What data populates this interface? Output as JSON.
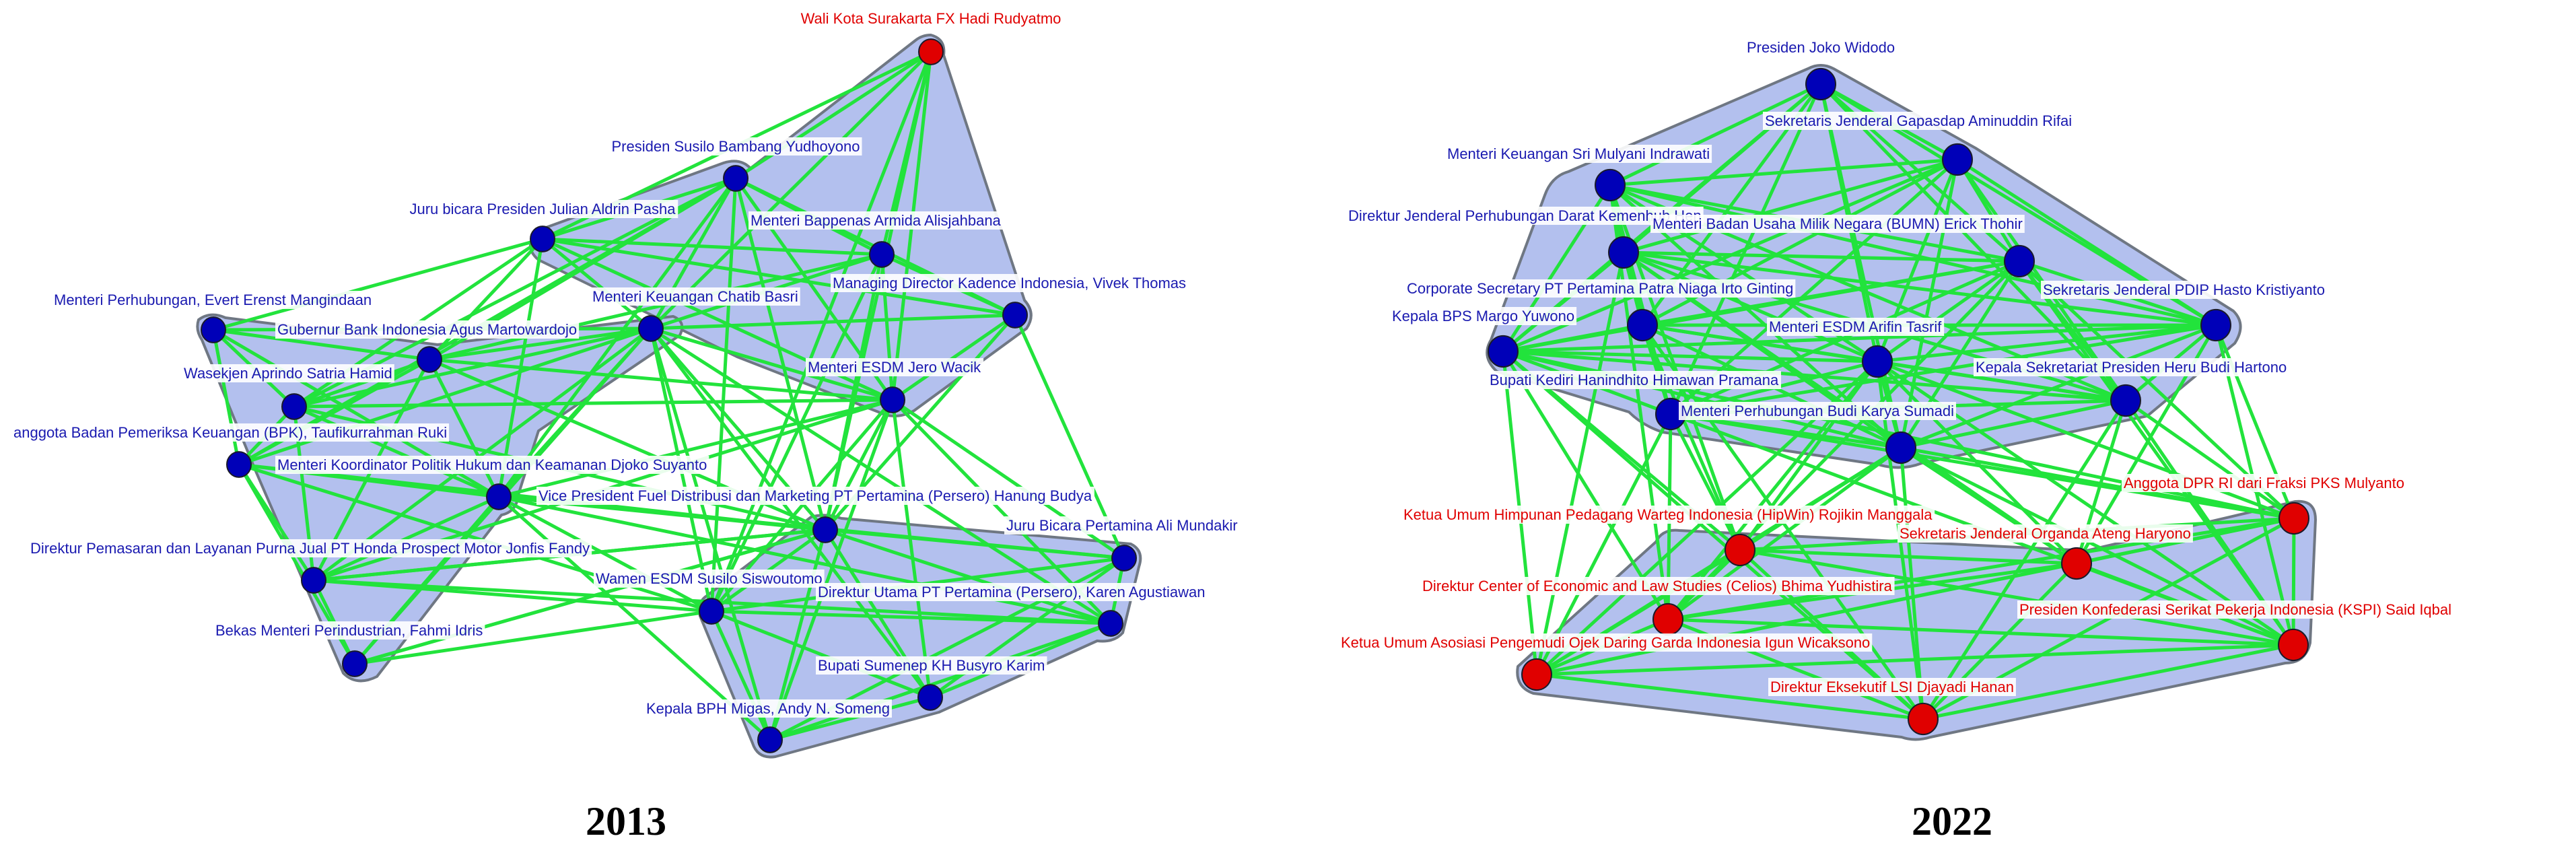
{
  "colors": {
    "edge": "#22e33c",
    "hull_fill": "#b3c0ee",
    "hull_stroke": "#6f7783",
    "node_blue": "#0000b8",
    "node_red": "#e00000",
    "label_blue": "#1a1ab0",
    "label_red": "#e00000"
  },
  "panels": [
    {
      "caption": "2013",
      "nodes": [
        {
          "id": "a0",
          "label": "Wali Kota Surakarta FX Hadi Rudyatmo",
          "group": "red"
        },
        {
          "id": "a1",
          "label": "Presiden Susilo Bambang Yudhoyono",
          "group": "blue"
        },
        {
          "id": "a2",
          "label": "Juru bicara Presiden Julian Aldrin Pasha",
          "group": "blue"
        },
        {
          "id": "a3",
          "label": "Menteri Bappenas Armida Alisjahbana",
          "group": "blue"
        },
        {
          "id": "a4",
          "label": "Menteri Perhubungan, Evert Erenst Mangindaan",
          "group": "blue"
        },
        {
          "id": "a5",
          "label": "Managing Director Kadence Indonesia, Vivek Thomas",
          "group": "blue"
        },
        {
          "id": "a6",
          "label": "Menteri Keuangan Chatib Basri",
          "group": "blue"
        },
        {
          "id": "a7",
          "label": "Gubernur Bank Indonesia Agus Martowardojo",
          "group": "blue"
        },
        {
          "id": "a8",
          "label": "Wasekjen Aprindo Satria Hamid",
          "group": "blue"
        },
        {
          "id": "a9",
          "label": "Menteri ESDM Jero Wacik",
          "group": "blue"
        },
        {
          "id": "a10",
          "label": "anggota Badan Pemeriksa Keuangan (BPK), Taufikurrahman Ruki",
          "group": "blue"
        },
        {
          "id": "a11",
          "label": "Menteri Koordinator Politik Hukum dan Keamanan Djoko Suyanto",
          "group": "blue"
        },
        {
          "id": "a12",
          "label": "Vice President Fuel Distribusi dan Marketing PT Pertamina (Persero) Hanung Budya",
          "group": "blue"
        },
        {
          "id": "a13",
          "label": "Juru Bicara Pertamina Ali Mundakir",
          "group": "blue"
        },
        {
          "id": "a14",
          "label": "Direktur Pemasaran dan Layanan Purna Jual PT Honda Prospect Motor Jonfis Fandy",
          "group": "blue"
        },
        {
          "id": "a15",
          "label": "Wamen ESDM Susilo Siswoutomo",
          "group": "blue"
        },
        {
          "id": "a16",
          "label": "Direktur Utama PT Pertamina (Persero), Karen Agustiawan",
          "group": "blue"
        },
        {
          "id": "a17",
          "label": "Bekas Menteri Perindustrian, Fahmi Idris",
          "group": "blue"
        },
        {
          "id": "a18",
          "label": "Bupati Sumenep KH Busyro Karim",
          "group": "blue"
        },
        {
          "id": "a19",
          "label": "Kepala BPH Migas, Andy N. Someng",
          "group": "blue"
        }
      ]
    },
    {
      "caption": "2022",
      "nodes": [
        {
          "id": "b0",
          "label": "Presiden Joko Widodo",
          "group": "blue"
        },
        {
          "id": "b1",
          "label": "Sekretaris Jenderal Gapasdap Aminuddin Rifai",
          "group": "blue"
        },
        {
          "id": "b2",
          "label": "Menteri Keuangan Sri Mulyani Indrawati",
          "group": "blue"
        },
        {
          "id": "b3",
          "label": "Direktur Jenderal Perhubungan Darat Kemenhub Hen",
          "group": "blue"
        },
        {
          "id": "b4",
          "label": "Menteri Badan Usaha Milik Negara (BUMN) Erick Thohir",
          "group": "blue"
        },
        {
          "id": "b5",
          "label": "Corporate Secretary PT Pertamina Patra Niaga Irto Ginting",
          "group": "blue"
        },
        {
          "id": "b6",
          "label": "Sekretaris Jenderal PDIP Hasto Kristiyanto",
          "group": "blue"
        },
        {
          "id": "b7",
          "label": "Kepala BPS Margo Yuwono",
          "group": "blue"
        },
        {
          "id": "b8",
          "label": "Menteri ESDM Arifin Tasrif",
          "group": "blue"
        },
        {
          "id": "b9",
          "label": "Kepala Sekretariat Presiden Heru Budi Hartono",
          "group": "blue"
        },
        {
          "id": "b10",
          "label": "Bupati Kediri Hanindhito Himawan Pramana",
          "group": "blue"
        },
        {
          "id": "b11",
          "label": "Menteri Perhubungan Budi Karya Sumadi",
          "group": "blue"
        },
        {
          "id": "b12",
          "label": "Anggota DPR RI dari Fraksi PKS Mulyanto",
          "group": "red"
        },
        {
          "id": "b13",
          "label": "Ketua Umum Himpunan Pedagang Warteg Indonesia (HipWin) Rojikin Manggala",
          "group": "red"
        },
        {
          "id": "b14",
          "label": "Sekretaris Jenderal Organda Ateng Haryono",
          "group": "red"
        },
        {
          "id": "b15",
          "label": "Direktur Center of Economic and Law Studies (Celios) Bhima Yudhistira",
          "group": "red"
        },
        {
          "id": "b16",
          "label": "Presiden Konfederasi Serikat Pekerja Indonesia (KSPI) Said Iqbal",
          "group": "red"
        },
        {
          "id": "b17",
          "label": "Ketua Umum Asosiasi Pengemudi Ojek Daring Garda Indonesia Igun Wicaksono",
          "group": "red"
        },
        {
          "id": "b18",
          "label": "Direktur Eksekutif LSI Djayadi Hanan",
          "group": "red"
        }
      ]
    }
  ]
}
